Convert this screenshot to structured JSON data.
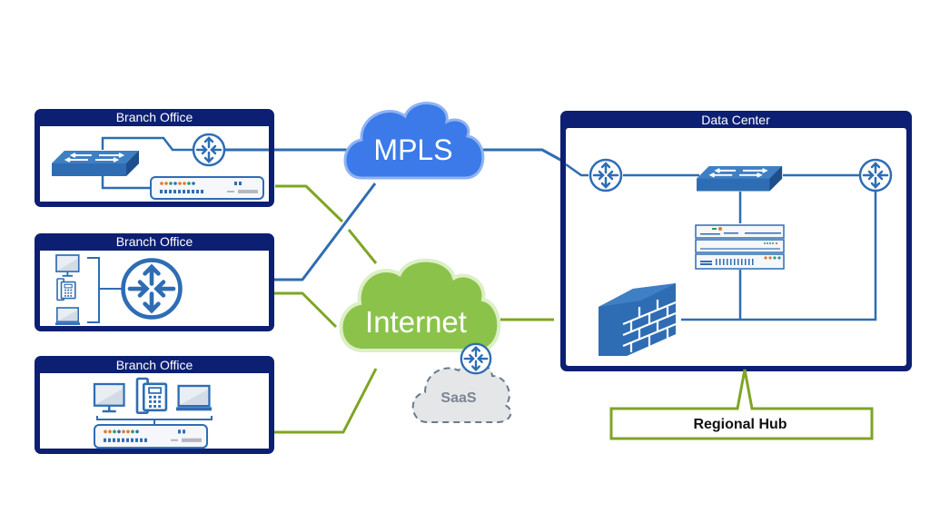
{
  "diagram": {
    "branches": [
      {
        "title": "Branch Office",
        "devices": [
          "switch-icon",
          "router-icon",
          "sd-wan-appliance-icon"
        ]
      },
      {
        "title": "Branch Office",
        "devices": [
          "desktop-icon",
          "ip-phone-icon",
          "laptop-icon",
          "router-icon"
        ]
      },
      {
        "title": "Branch Office",
        "devices": [
          "desktop-icon",
          "ip-phone-icon",
          "laptop-icon",
          "sd-wan-appliance-icon"
        ]
      }
    ],
    "clouds": {
      "mpls": {
        "label": "MPLS",
        "color": "#3b7ae8"
      },
      "internet": {
        "label": "Internet",
        "color": "#8bc34a"
      },
      "saas": {
        "label": "SaaS",
        "color": "#e4e6e8"
      }
    },
    "datacenter": {
      "title": "Data Center",
      "devices": [
        "router-icon",
        "switch-icon",
        "router-icon",
        "server-stack-icon",
        "firewall-icon"
      ]
    },
    "callout": {
      "label": "Regional Hub"
    },
    "colors": {
      "frame": "#0d1f73",
      "device": "#2e6db4",
      "mpls_link": "#2e6db4",
      "internet_link": "#7fa524"
    }
  }
}
